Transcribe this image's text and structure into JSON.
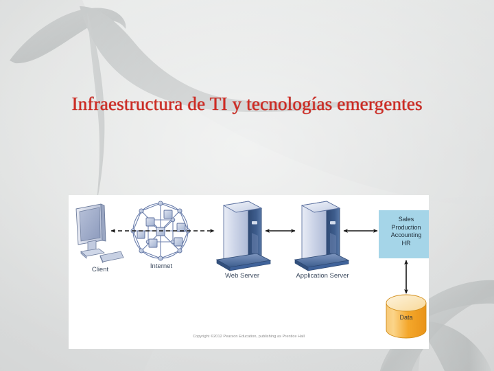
{
  "slide": {
    "title": "Infraestructura de TI y tecnologías emergentes",
    "title_color": "#cf2a22",
    "background_color": "#d4d6d6"
  },
  "figure": {
    "panel_background": "#ffffff",
    "copyright": "Copyright ©2012 Pearson Education, publishing as Prentice Hall",
    "nodes": [
      {
        "id": "client",
        "label": "Client",
        "icon": "desktop-computer-icon"
      },
      {
        "id": "internet",
        "label": "Internet",
        "icon": "network-cloud-icon"
      },
      {
        "id": "web-server",
        "label": "Web Server",
        "icon": "server-tower-icon"
      },
      {
        "id": "application-server",
        "label": "Application Server",
        "icon": "server-tower-icon"
      },
      {
        "id": "data",
        "label": "Data",
        "icon": "database-cylinder-icon"
      }
    ],
    "systems_box": {
      "lines": [
        "Sales",
        "Production",
        "Accounting",
        "HR"
      ],
      "fill_color": "#a5d5e8"
    },
    "connectors": [
      {
        "id": "client-internet-webserver",
        "style": "dashed",
        "direction": "bidirectional"
      },
      {
        "id": "webserver-appserver",
        "style": "solid",
        "direction": "bidirectional"
      },
      {
        "id": "appserver-systems",
        "style": "solid",
        "direction": "bidirectional"
      },
      {
        "id": "systems-data",
        "style": "solid",
        "direction": "bidirectional"
      }
    ],
    "colors": {
      "server_front": "#ccd3e6",
      "server_side": "#3f5a86",
      "server_base": "#4a6ca3",
      "monitor": "#9aa8c6",
      "network_line": "#6b7fad",
      "database_top": "#fdf0d2",
      "database_body": "#f4a62a",
      "arrow": "#151515"
    }
  }
}
